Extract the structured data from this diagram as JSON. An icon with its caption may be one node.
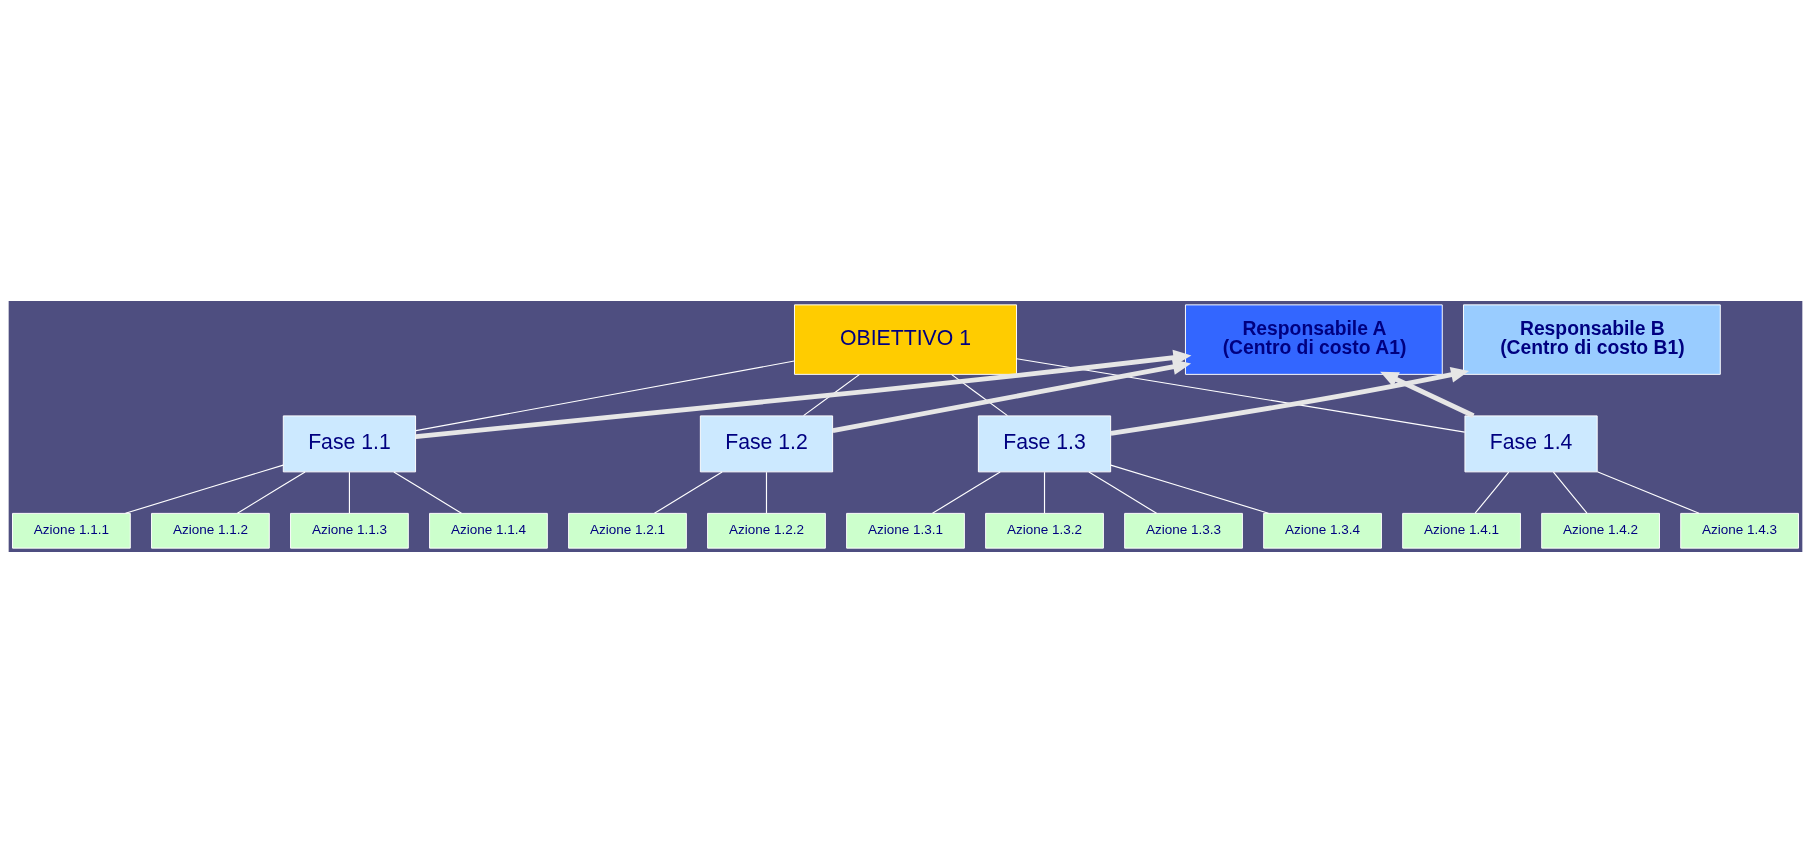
{
  "diagram": {
    "nodes": [
      {
        "text": [
          "OBIETTIVO 1"
        ]
      },
      {
        "text": [
          "Fase 1.1"
        ]
      },
      {
        "text": [
          "Fase 1.2"
        ]
      },
      {
        "text": [
          "Fase 1.3"
        ]
      },
      {
        "text": [
          "Fase 1.4"
        ]
      },
      {
        "text": [
          "Azione 1.1.1"
        ]
      },
      {
        "text": [
          "Azione 1.1.2"
        ]
      },
      {
        "text": [
          "Azione 1.1.3"
        ]
      },
      {
        "text": [
          "Azione 1.1.4"
        ]
      },
      {
        "text": [
          "Azione 1.2.1"
        ]
      },
      {
        "text": [
          "Azione 1.2.2"
        ]
      },
      {
        "text": [
          "Azione 1.3.1"
        ]
      },
      {
        "text": [
          "Azione 1.3.2"
        ]
      },
      {
        "text": [
          "Azione 1.3.3"
        ]
      },
      {
        "text": [
          "Azione 1.3.4"
        ]
      },
      {
        "text": [
          "Azione 1.4.1"
        ]
      },
      {
        "text": [
          "Azione 1.4.2"
        ]
      },
      {
        "text": [
          "Azione 1.4.3"
        ]
      },
      {
        "text": [
          "Responsabile A (Centro di costo A1)"
        ]
      },
      {
        "text": [
          "Responsabile B (Centro di costo B1)"
        ]
      }
    ],
    "edges": [
      {
        "from": 0,
        "to": 1,
        "arrow": "none"
      },
      {
        "from": 0,
        "to": 2,
        "arrow": "none"
      },
      {
        "from": 0,
        "to": 3,
        "arrow": "none"
      },
      {
        "from": 0,
        "to": 4,
        "arrow": "none"
      },
      {
        "from": 1,
        "to": 5,
        "arrow": "none"
      },
      {
        "from": 1,
        "to": 6,
        "arrow": "none"
      },
      {
        "from": 1,
        "to": 7,
        "arrow": "none"
      },
      {
        "from": 1,
        "to": 8,
        "arrow": "none"
      },
      {
        "from": 2,
        "to": 9,
        "arrow": "none"
      },
      {
        "from": 2,
        "to": 10,
        "arrow": "none"
      },
      {
        "from": 3,
        "to": 11,
        "arrow": "none"
      },
      {
        "from": 3,
        "to": 12,
        "arrow": "none"
      },
      {
        "from": 3,
        "to": 13,
        "arrow": "none"
      },
      {
        "from": 3,
        "to": 14,
        "arrow": "none"
      },
      {
        "from": 4,
        "to": 15,
        "arrow": "none"
      },
      {
        "from": 4,
        "to": 16,
        "arrow": "none"
      },
      {
        "from": 4,
        "to": 17,
        "arrow": "none"
      },
      {
        "from": 1,
        "to": 18,
        "arrow": "to",
        "style": "thick"
      },
      {
        "from": 2,
        "to": 18,
        "arrow": "to",
        "style": "thick"
      },
      {
        "from": 4,
        "to": 18,
        "arrow": "to",
        "style": "thick"
      },
      {
        "from": 3,
        "to": 19,
        "arrow": "to",
        "style": "thick"
      }
    ]
  }
}
